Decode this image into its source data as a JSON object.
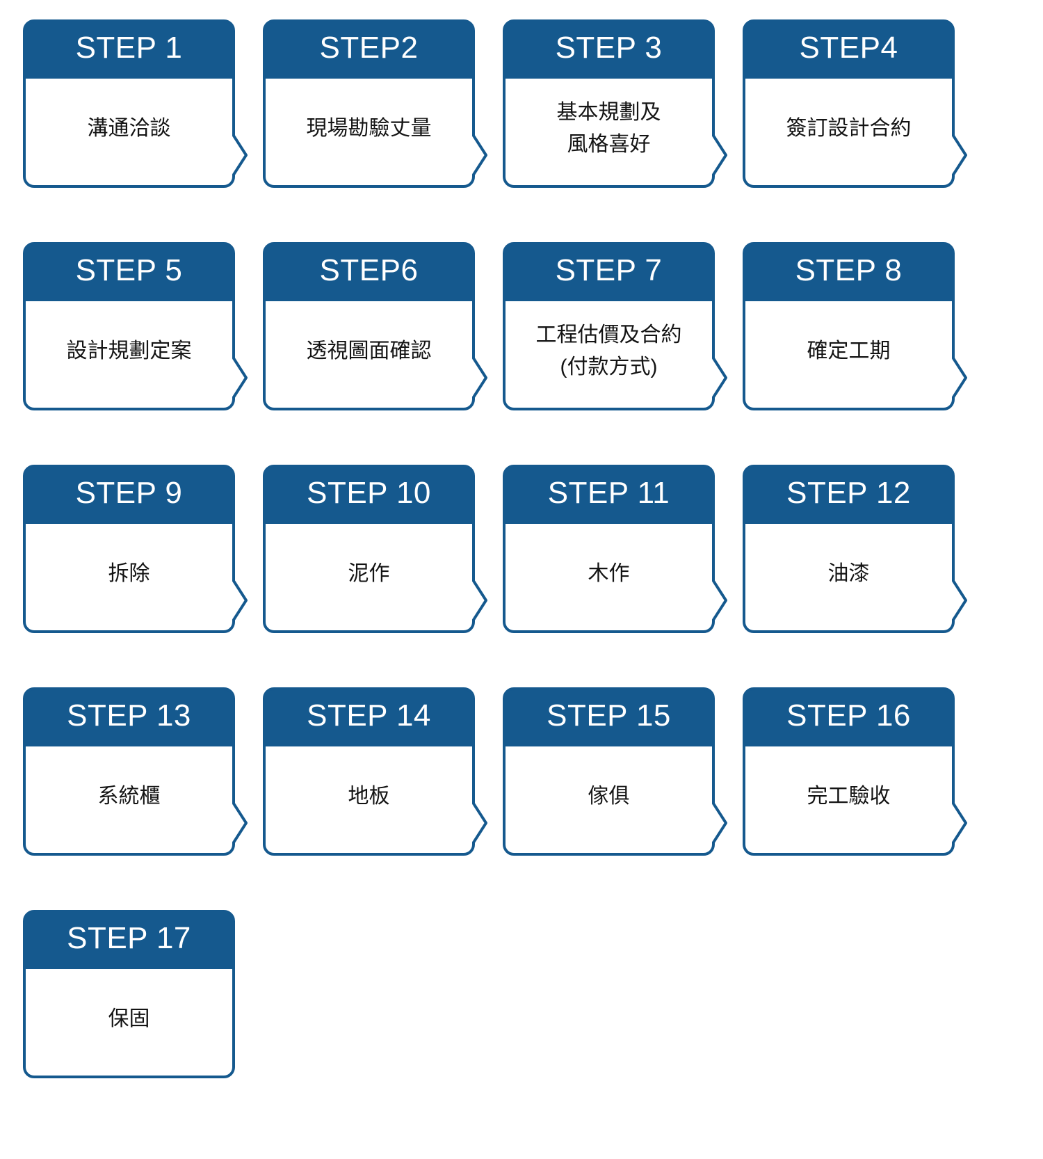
{
  "theme": {
    "accent_blue": "#15598E",
    "header_text_color": "#FFFFFF",
    "body_text_color": "#141414",
    "background": "#FFFFFF",
    "outline_color": "#15598E"
  },
  "diagram": {
    "type": "process-flow",
    "title": "",
    "columns": 4,
    "total_steps": 17,
    "arrow_glyph": "chevron-right"
  },
  "rows": [
    {
      "row_index": 1,
      "steps": [
        {
          "number": 1,
          "header": "STEP 1",
          "label": "溝通洽談",
          "has_arrow": true
        },
        {
          "number": 2,
          "header": "STEP2",
          "label": "現場勘驗丈量",
          "has_arrow": true
        },
        {
          "number": 3,
          "header": "STEP 3",
          "label": "基本規劃及\n風格喜好",
          "has_arrow": true
        },
        {
          "number": 4,
          "header": "STEP4",
          "label": "簽訂設計合約",
          "has_arrow": true
        }
      ]
    },
    {
      "row_index": 2,
      "steps": [
        {
          "number": 5,
          "header": "STEP 5",
          "label": "設計規劃定案",
          "has_arrow": true
        },
        {
          "number": 6,
          "header": "STEP6",
          "label": "透視圖面確認",
          "has_arrow": true
        },
        {
          "number": 7,
          "header": "STEP 7",
          "label": "工程估價及合約\n(付款方式)",
          "has_arrow": true
        },
        {
          "number": 8,
          "header": "STEP 8",
          "label": "確定工期",
          "has_arrow": true
        }
      ]
    },
    {
      "row_index": 3,
      "steps": [
        {
          "number": 9,
          "header": "STEP 9",
          "label": "拆除",
          "has_arrow": true
        },
        {
          "number": 10,
          "header": "STEP 10",
          "label": "泥作",
          "has_arrow": true
        },
        {
          "number": 11,
          "header": "STEP 11",
          "label": "木作",
          "has_arrow": true
        },
        {
          "number": 12,
          "header": "STEP 12",
          "label": "油漆",
          "has_arrow": true
        }
      ]
    },
    {
      "row_index": 4,
      "steps": [
        {
          "number": 13,
          "header": "STEP 13",
          "label": "系統櫃",
          "has_arrow": true
        },
        {
          "number": 14,
          "header": "STEP 14",
          "label": "地板",
          "has_arrow": true
        },
        {
          "number": 15,
          "header": "STEP 15",
          "label": "傢俱",
          "has_arrow": true
        },
        {
          "number": 16,
          "header": "STEP 16",
          "label": "完工驗收",
          "has_arrow": true
        }
      ]
    },
    {
      "row_index": 5,
      "steps": [
        {
          "number": 17,
          "header": "STEP 17",
          "label": "保固",
          "has_arrow": false
        }
      ]
    }
  ]
}
